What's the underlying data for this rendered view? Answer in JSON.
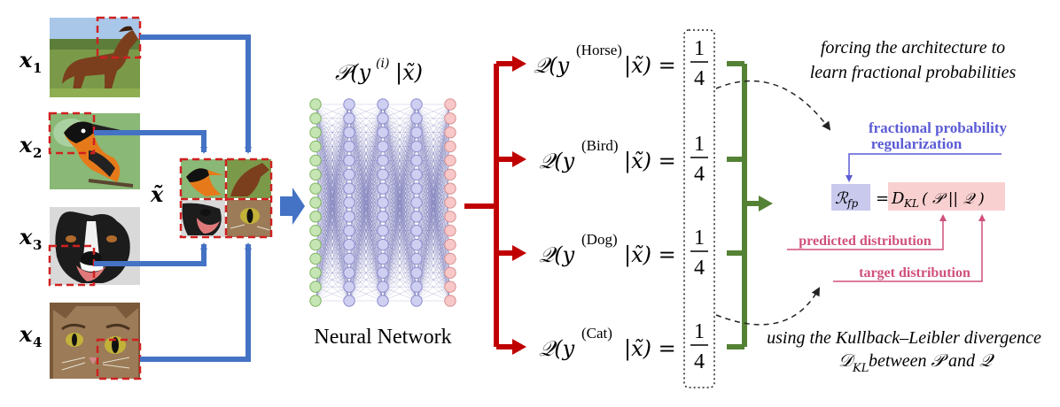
{
  "inputs": [
    {
      "var": "x",
      "sub": "1",
      "animal": "Horse"
    },
    {
      "var": "x",
      "sub": "2",
      "animal": "Bird"
    },
    {
      "var": "x",
      "sub": "3",
      "animal": "Dog"
    },
    {
      "var": "x",
      "sub": "4",
      "animal": "Cat"
    }
  ],
  "mixed_label": "x̃",
  "network": {
    "prob_label": "𝒫(y",
    "prob_sup": "(i)",
    "prob_tail": "|x̃)",
    "name": "Neural Network"
  },
  "outputs": [
    {
      "q": "𝒬(y",
      "sup": "(Horse)",
      "tail": "|x̃) =",
      "num": "1",
      "den": "4"
    },
    {
      "q": "𝒬(y",
      "sup": "(Bird)",
      "tail": "|x̃) =",
      "num": "1",
      "den": "4"
    },
    {
      "q": "𝒬(y",
      "sup": "(Dog)",
      "tail": "|x̃) =",
      "num": "1",
      "den": "4"
    },
    {
      "q": "𝒬(y",
      "sup": "(Cat)",
      "tail": "|x̃) =",
      "num": "1",
      "den": "4"
    }
  ],
  "annotations": {
    "top_line1": "forcing the architecture to",
    "top_line2": "learn fractional probabilities",
    "bottom_line1": "using the Kullback–Leibler divergence",
    "bottom_line2": "𝒟",
    "bottom_line2_sub": "KL",
    "bottom_line2_rest": " between 𝒫 and 𝒬"
  },
  "regularization": {
    "title_line1": "fractional probability",
    "title_line2": "regularization",
    "r_symbol": "ℛ",
    "r_sub": "fp",
    "equals": "=",
    "d_symbol": "D",
    "d_sub": "KL",
    "d_args": "( 𝒫  ||  𝒬 )",
    "predicted_label": "predicted distribution",
    "target_label": "target distribution"
  },
  "colors": {
    "blue": "#4472c4",
    "red": "#c00000",
    "green": "#548235",
    "reg_blue": "#5b5bd6",
    "reg_pink": "#d0507a",
    "r_box": "#c9c9ee",
    "d_box": "#f9d0d0",
    "node_green": "#c6e5b4",
    "node_purple": "#cfcff2",
    "node_pink": "#f8c8c8"
  }
}
